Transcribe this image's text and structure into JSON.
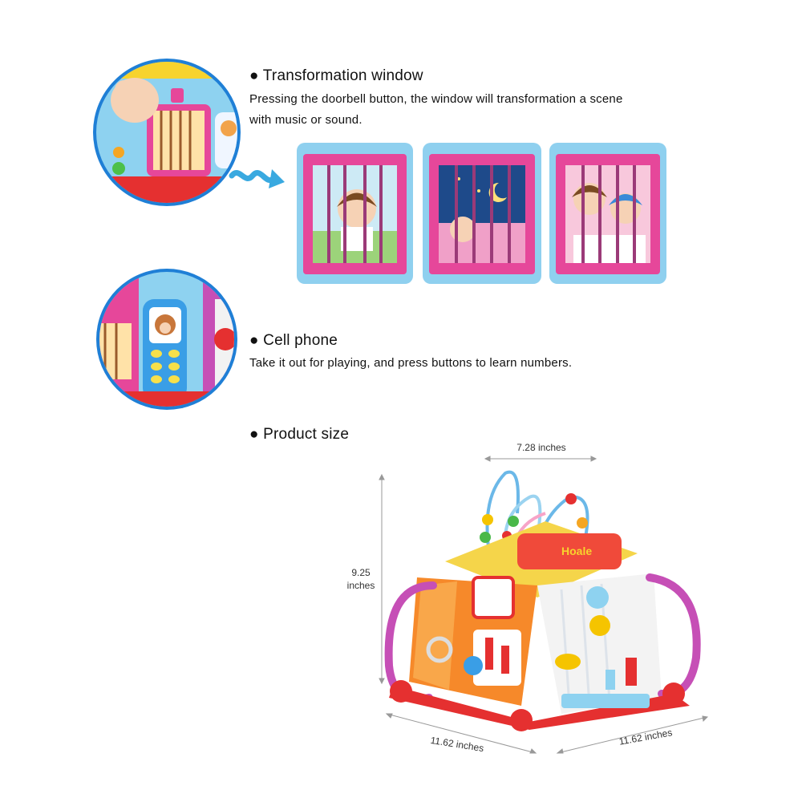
{
  "sections": {
    "transformation": {
      "title": "● Transformation window",
      "description_line1": "Pressing the doorbell button, the window will transformation a scene",
      "description_line2": "with music or sound."
    },
    "cell_phone": {
      "title": "● Cell phone",
      "description": "Take it out for playing, and press buttons to learn numbers."
    },
    "product_size": {
      "title": "● Product size",
      "dimensions": {
        "top": "7.28 inches",
        "height_line1": "9.25",
        "height_line2": "inches",
        "left_base": "11.62 inches",
        "right_base": "11.62 inches"
      }
    }
  },
  "toy_logo": "Hoale",
  "colors": {
    "window_frame": "#8fd0ef",
    "window_inner": "#e6479a",
    "toy_base": "#e53030",
    "toy_handle": "#c64fb6",
    "arrow": "#39a9e0"
  }
}
